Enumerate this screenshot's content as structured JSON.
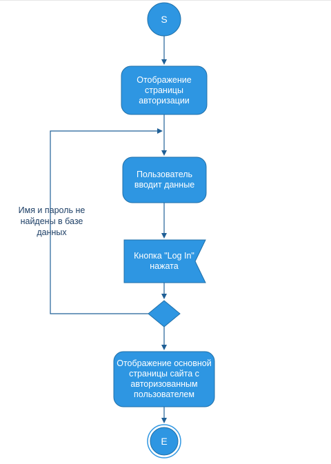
{
  "diagram": {
    "start": {
      "label": "S"
    },
    "end": {
      "label": "E"
    },
    "nodes": {
      "login_page": {
        "text": "Отображение страницы авторизации"
      },
      "user_input": {
        "text": "Пользователь вводит  данные"
      },
      "login_pressed": {
        "text": "Кнопка \"Log In\" нажата"
      },
      "main_page": {
        "text": "Отображение основной страницы сайта с авторизованным пользователем"
      }
    },
    "loop_label": "Имя и пароль не найдены в базе данных",
    "colors": {
      "fill": "#2e96e2",
      "stroke": "#1f6fa8",
      "edge": "#1f5f96",
      "text": "#ffffff"
    }
  }
}
